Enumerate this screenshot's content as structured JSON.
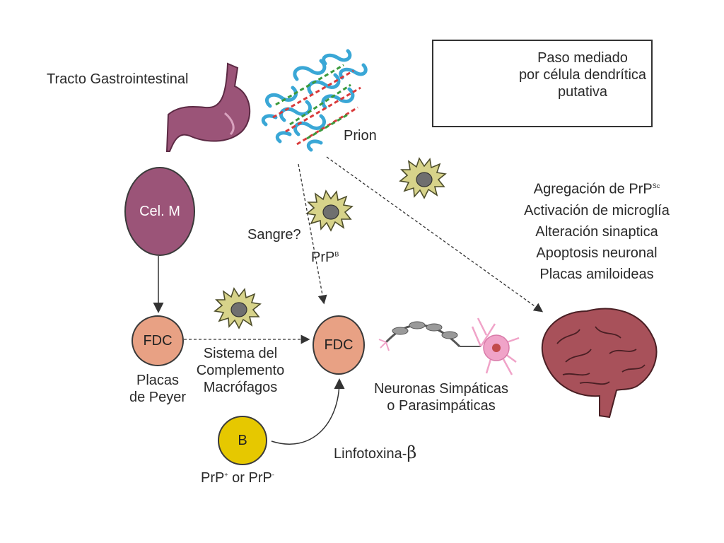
{
  "legend": {
    "text_line1": "Paso mediado",
    "text_line2": "por célula dendrítica",
    "text_line3": "putativa"
  },
  "labels": {
    "gi_tract": "Tracto Gastrointestinal",
    "prion": "Prion",
    "sangre": "Sangre?",
    "prp_b_base": "PrP",
    "prp_b_sup": "B",
    "peyer_line1": "Placas",
    "peyer_line2": "de Peyer",
    "complement_line1": "Sistema del",
    "complement_line2": "Complemento",
    "complement_line3": "Macrófagos",
    "neurons_line1": "Neuronas Simpáticas",
    "neurons_line2": "o Parasimpáticas",
    "linfo_text": "Linfotoxina-",
    "linfo_beta": "β",
    "prp_pm_base1": "PrP",
    "prp_pm_sup1": "+",
    "prp_pm_mid": " or PrP",
    "prp_pm_sup2": "-"
  },
  "nodes": {
    "cel_m": "Cel. M",
    "fdc_left": "FDC",
    "fdc_right": "FDC",
    "b_cell": "B"
  },
  "effects": {
    "line1_base": "Agregación de PrP",
    "line1_sup": "Sc",
    "line2": "Activación de microglía",
    "line3": "Alteración sinaptica",
    "line4": "Apoptosis neuronal",
    "line5": "Placas amiloideas"
  },
  "colors": {
    "stomach": "#9b5478",
    "cel_m": "#9b5478",
    "fdc": "#e8a184",
    "b_cell": "#e6c800",
    "brain": "#a8515a",
    "dendritic_cell": "#d7d38a",
    "prion_blue": "#3aa7d6",
    "prion_red": "#d93b3b",
    "prion_green": "#3c9a3c",
    "neuron_pink": "#f0a3c8"
  }
}
